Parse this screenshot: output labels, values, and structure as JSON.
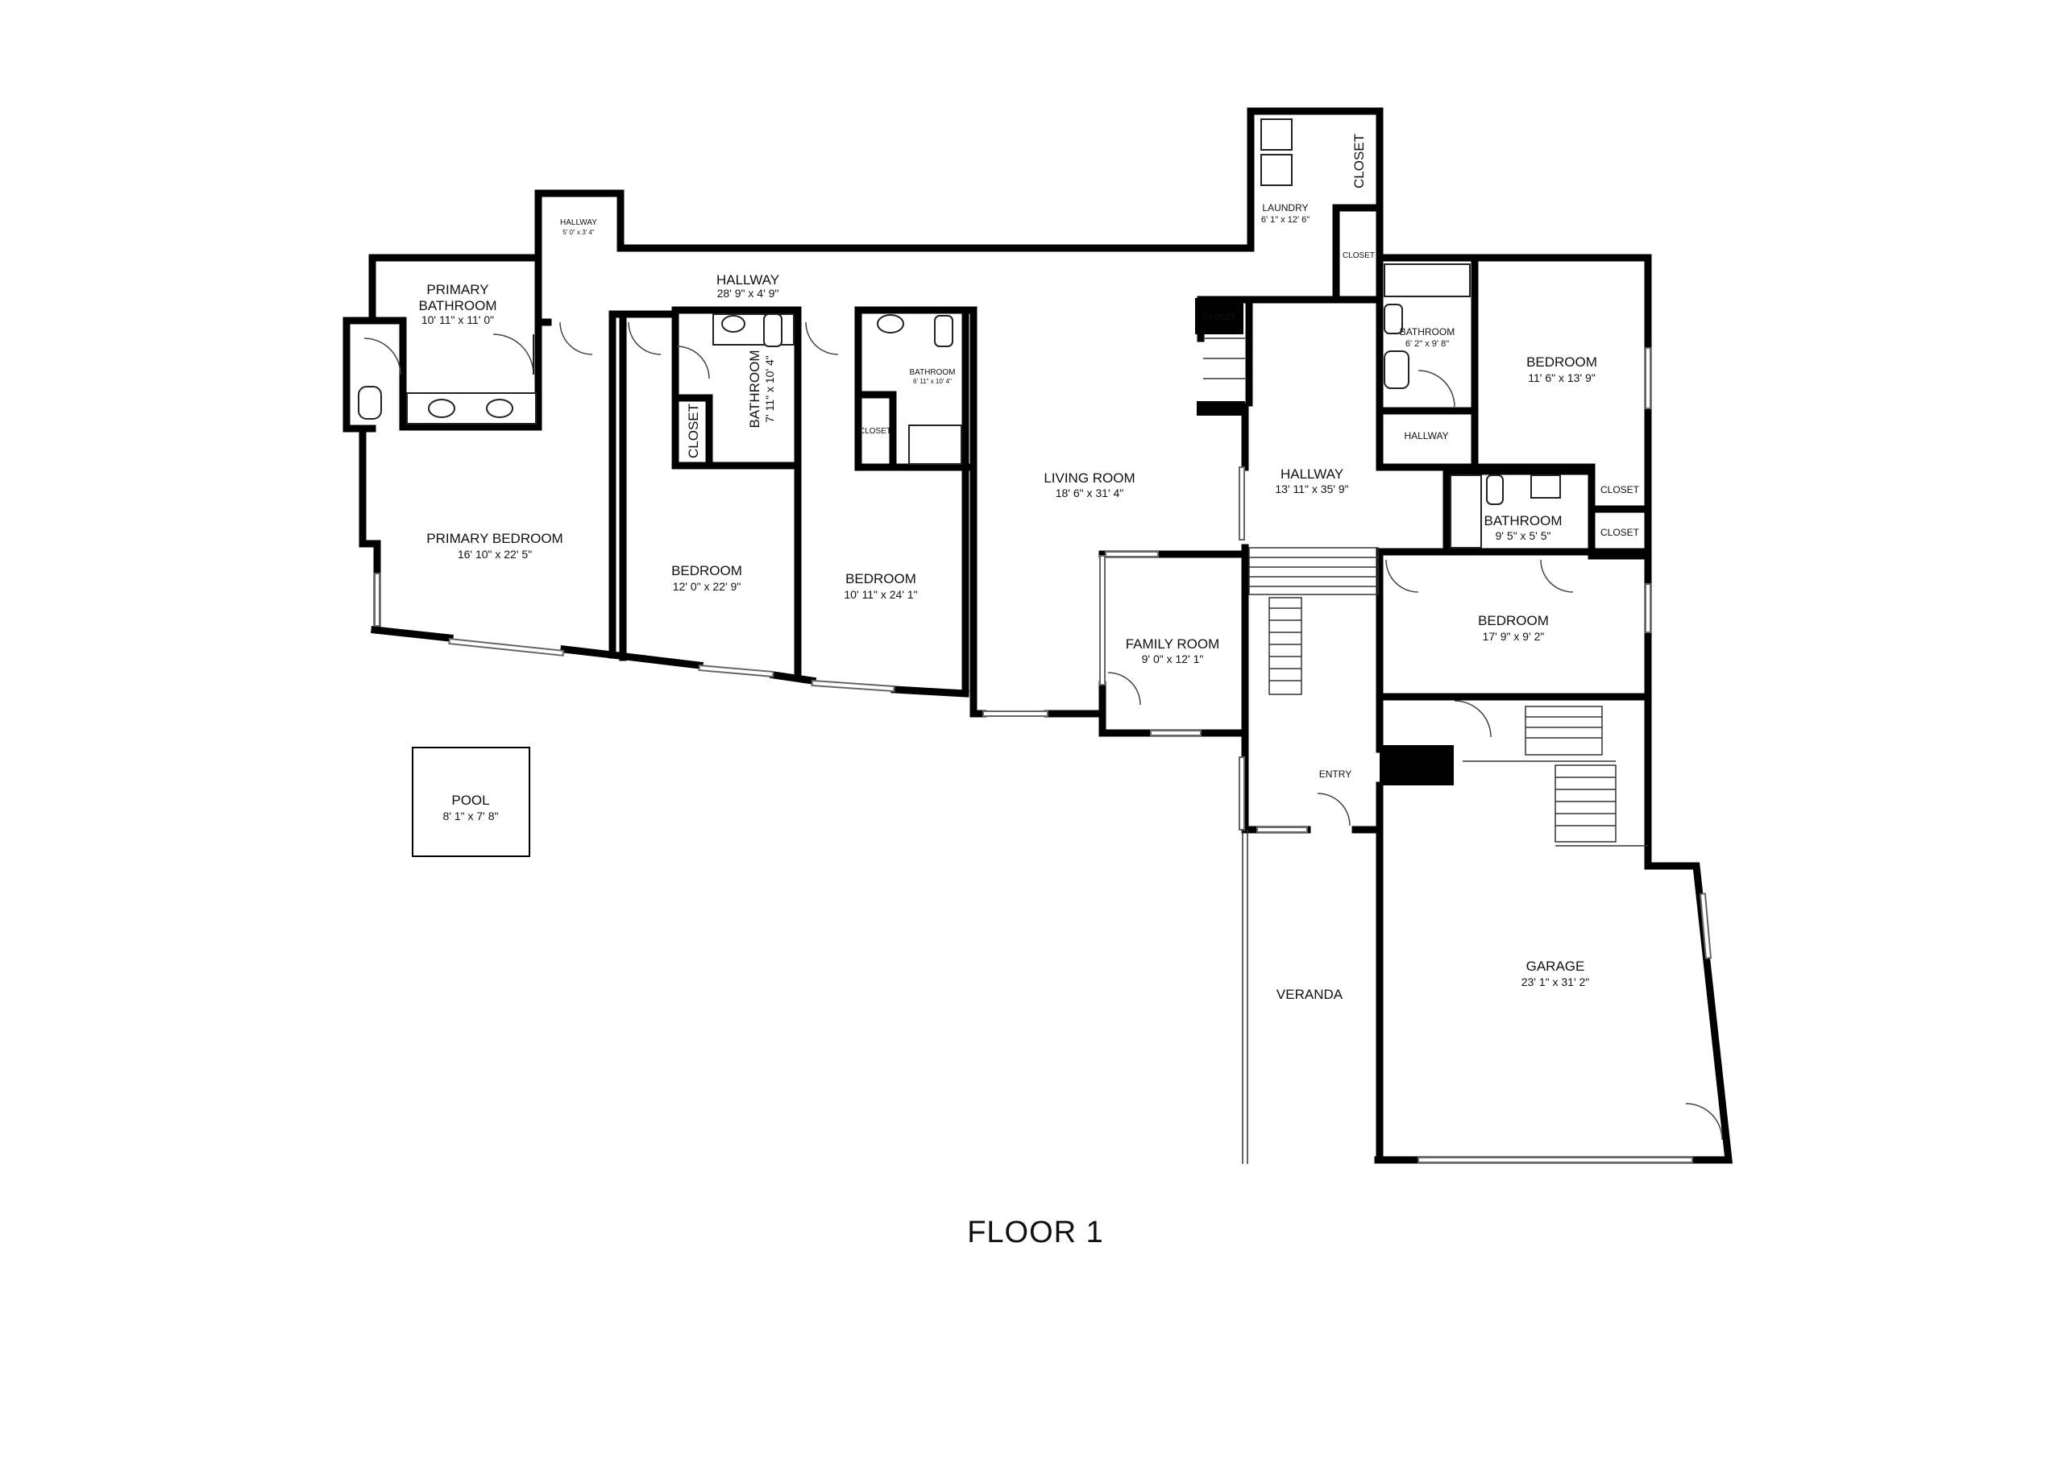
{
  "floor_label": "FLOOR 1",
  "rooms": {
    "hallway_small": {
      "name": "HALLWAY",
      "dim": "5' 0\" x 3' 4\""
    },
    "primary_bathroom": {
      "name": "PRIMARY",
      "name2": "BATHROOM",
      "dim": "10' 11\" x 11' 0\""
    },
    "hallway_main": {
      "name": "HALLWAY",
      "dim": "28' 9\" x 4' 9\""
    },
    "bathroom_a": {
      "name": "BATHROOM",
      "dim": "7' 11\" x 10' 4\""
    },
    "closet_a": {
      "name": "CLOSET"
    },
    "bathroom_b": {
      "name": "BATHROOM",
      "dim": "6' 11\" x 10' 4\""
    },
    "closet_b": {
      "name": "CLOSET"
    },
    "laundry": {
      "name": "LAUNDRY",
      "dim": "6' 1\" x 12' 6\""
    },
    "closet_laundry_top": {
      "name": "CLOSET"
    },
    "closet_laundry_side": {
      "name": "CLOSET"
    },
    "closet_hall": {
      "name": "CLOSET"
    },
    "bathroom_c": {
      "name": "BATHROOM",
      "dim": "6' 2\" x 9' 8\""
    },
    "bedroom_ne": {
      "name": "BEDROOM",
      "dim": "11' 6\" x 13' 9\""
    },
    "hallway_ne": {
      "name": "HALLWAY"
    },
    "primary_bedroom": {
      "name": "PRIMARY BEDROOM",
      "dim": "16' 10\" x 22' 5\""
    },
    "bedroom_1": {
      "name": "BEDROOM",
      "dim": "12' 0\" x 22' 9\""
    },
    "bedroom_2": {
      "name": "BEDROOM",
      "dim": "10' 11\" x 24' 1\""
    },
    "living_room": {
      "name": "LIVING ROOM",
      "dim": "18' 6\" x 31' 4\""
    },
    "hallway_center": {
      "name": "HALLWAY",
      "dim": "13' 11\" x 35' 9\""
    },
    "bathroom_d": {
      "name": "BATHROOM",
      "dim": "9' 5\" x 5' 5\""
    },
    "closet_e1": {
      "name": "CLOSET"
    },
    "closet_e2": {
      "name": "CLOSET"
    },
    "family_room": {
      "name": "FAMILY ROOM",
      "dim": "9' 0\" x 12' 1\""
    },
    "bedroom_se": {
      "name": "BEDROOM",
      "dim": "17' 9\" x 9' 2\""
    },
    "entry": {
      "name": "ENTRY"
    },
    "pool": {
      "name": "POOL",
      "dim": "8' 1\" x 7' 8\""
    },
    "veranda": {
      "name": "VERANDA"
    },
    "garage": {
      "name": "GARAGE",
      "dim": "23' 1\" x 31' 2\""
    }
  }
}
